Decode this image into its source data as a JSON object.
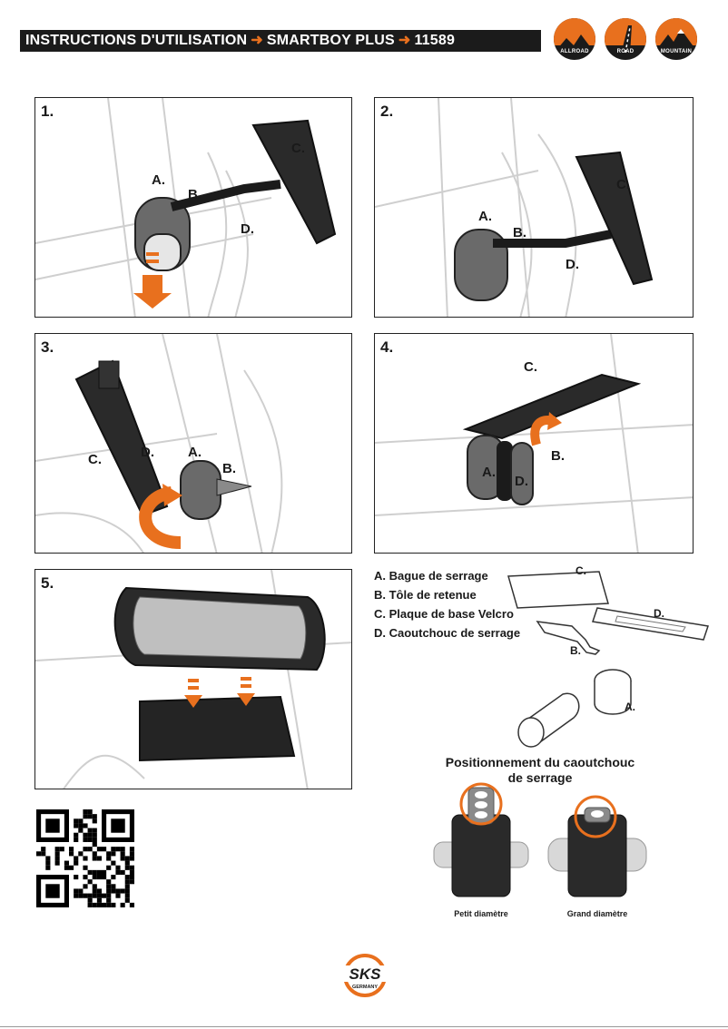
{
  "header": {
    "part1": "INSTRUCTIONS D'UTILISATION",
    "part2": "SMARTBOY PLUS",
    "part3": "11589",
    "arrow": "➜",
    "badges": [
      "ALLROAD",
      "ROAD",
      "MOUNTAIN"
    ]
  },
  "panels": [
    {
      "num": "1.",
      "labels": {
        "a": "A.",
        "b": "B.",
        "c": "C.",
        "d": "D."
      }
    },
    {
      "num": "2.",
      "labels": {
        "a": "A.",
        "b": "B.",
        "c": "C.",
        "d": "D."
      }
    },
    {
      "num": "3.",
      "labels": {
        "a": "A.",
        "b": "B.",
        "c": "C.",
        "d": "D."
      }
    },
    {
      "num": "4.",
      "labels": {
        "a": "A.",
        "b": "B.",
        "c": "C.",
        "d": "D."
      }
    },
    {
      "num": "5."
    }
  ],
  "legend": {
    "items": [
      "A.  Bague de serrage",
      "B.  Tôle de retenue",
      "C.  Plaque de base Velcro",
      "D.  Caoutchouc de serrage"
    ],
    "part_labels": {
      "a": "A.",
      "b": "B.",
      "c": "C.",
      "d": "D."
    }
  },
  "positioning": {
    "title_line1": "Positionnement du caoutchouc",
    "title_line2": "de serrage",
    "small": "Petit diamètre",
    "large": "Grand diamètre"
  },
  "logo": {
    "brand": "SKS",
    "sub": "GERMANY"
  },
  "colors": {
    "accent": "#e8701e",
    "dark": "#1b1b1b"
  }
}
